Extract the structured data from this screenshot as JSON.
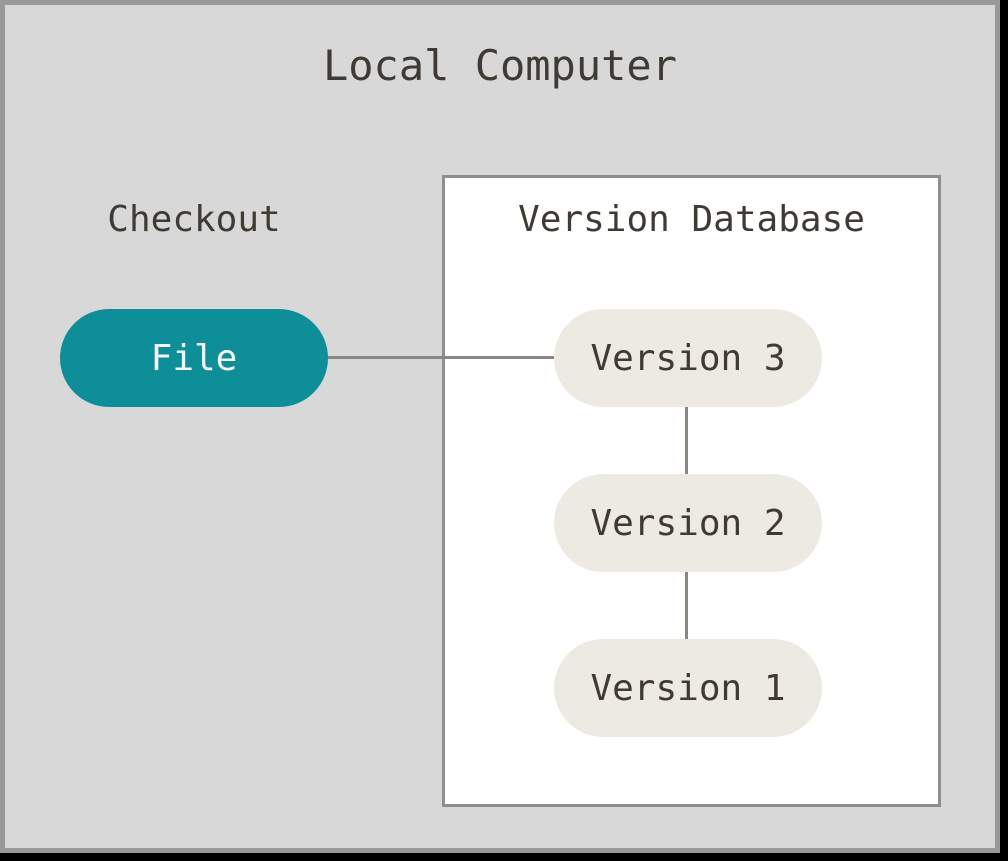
{
  "title": "Local Computer",
  "checkout_label": "Checkout",
  "file_node": {
    "label": "File"
  },
  "version_database": {
    "title": "Version Database",
    "nodes": [
      {
        "label": "Version 3"
      },
      {
        "label": "Version 2"
      },
      {
        "label": "Version 1"
      }
    ]
  },
  "colors": {
    "panel_background": "#D8D8D8",
    "panel_border": "#999999",
    "frame_edge": "#000000",
    "box_background": "#FFFFFF",
    "box_border": "#8F8F8F",
    "file_fill": "#0D8E99",
    "file_text": "#F5F5F5",
    "version_fill": "#ECEAE2",
    "text": "#3F3A33",
    "connector": "#8A8782"
  }
}
